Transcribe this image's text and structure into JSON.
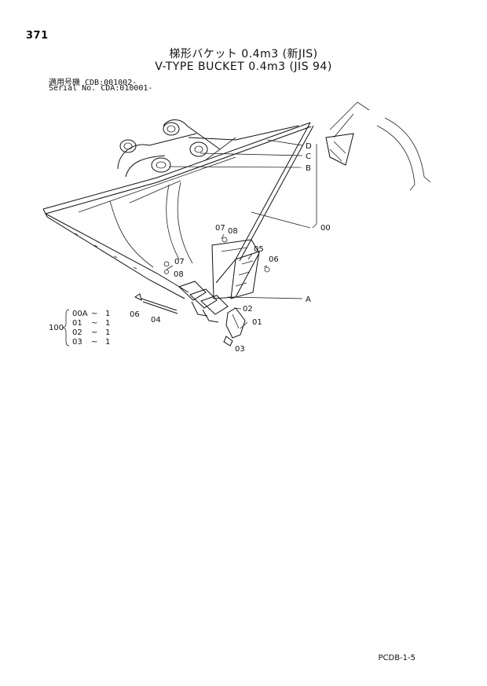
{
  "page": {
    "number": "371",
    "title_jp": "梯形バケット 0.4m3 (新JIS)",
    "title_en": "V-TYPE BUCKET 0.4m3 (JIS 94)",
    "serial_line_1": "適用号機  CDB:001002-",
    "serial_line_2": "Serial No. CDA:010001-",
    "footer_code": "PCDB-1-5"
  },
  "callouts": {
    "D": "D",
    "C": "C",
    "B": "B",
    "A": "A",
    "p00": "00",
    "p01": "01",
    "p02": "02",
    "p03": "03",
    "p04": "04",
    "p05": "05",
    "p06_right": "06",
    "p06_left": "06",
    "p07_top": "07",
    "p08_top": "08",
    "p07_mid": "07",
    "p08_mid": "08"
  },
  "assembly_table": {
    "label": "100",
    "rows": [
      {
        "part": "00A",
        "sep": "~",
        "qty": "1"
      },
      {
        "part": "01",
        "sep": "~",
        "qty": "1"
      },
      {
        "part": "02",
        "sep": "~",
        "qty": "1"
      },
      {
        "part": "03",
        "sep": "~",
        "qty": "1"
      }
    ]
  }
}
